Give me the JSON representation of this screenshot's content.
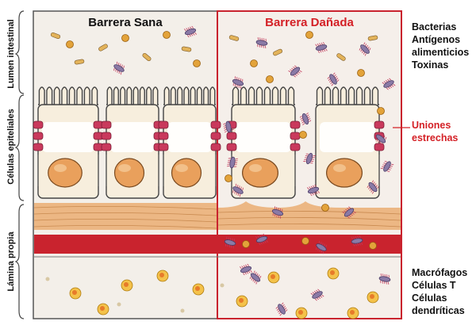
{
  "panels": {
    "healthy": {
      "title": "Barrera Sana",
      "color": "#111111"
    },
    "damaged": {
      "title": "Barrera Dañada",
      "color": "#d42026"
    }
  },
  "layers": {
    "lumen": "Lumen intestinal",
    "epithelial": "Células epiteliales",
    "lamina": "Lámina propia"
  },
  "right_labels": {
    "lumen_items": [
      "Bacterias",
      "Antígenos",
      "alimenticios",
      "Toxinas"
    ],
    "tight_junctions": [
      "Uniones",
      "estrechas"
    ],
    "immune_items": [
      "Macrófagos",
      "Células T",
      "Células",
      "dendríticas"
    ]
  },
  "colors": {
    "background": "#f3efe9",
    "cell_fill": "#f7eedd",
    "nucleus": "#e9a05c",
    "junction": "#c9395c",
    "muscle": "#e7b27d",
    "blood_vessel": "#c9232e",
    "bacteria": "#8a7aa6",
    "antigen": "#e3a33a",
    "accent_red": "#d42026"
  }
}
